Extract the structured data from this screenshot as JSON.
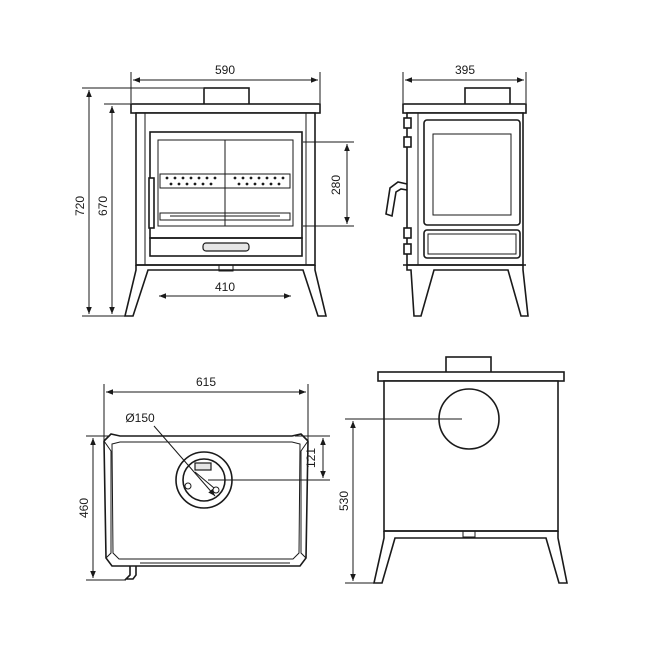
{
  "dimensions": {
    "front_width": "590",
    "front_total_height": "720",
    "front_body_height": "670",
    "front_door_height": "280",
    "front_leg_span": "410",
    "side_depth": "395",
    "top_width": "615",
    "top_depth": "460",
    "top_flue_diameter": "Ø150",
    "top_flue_offset": "121",
    "rear_flue_height": "530"
  }
}
